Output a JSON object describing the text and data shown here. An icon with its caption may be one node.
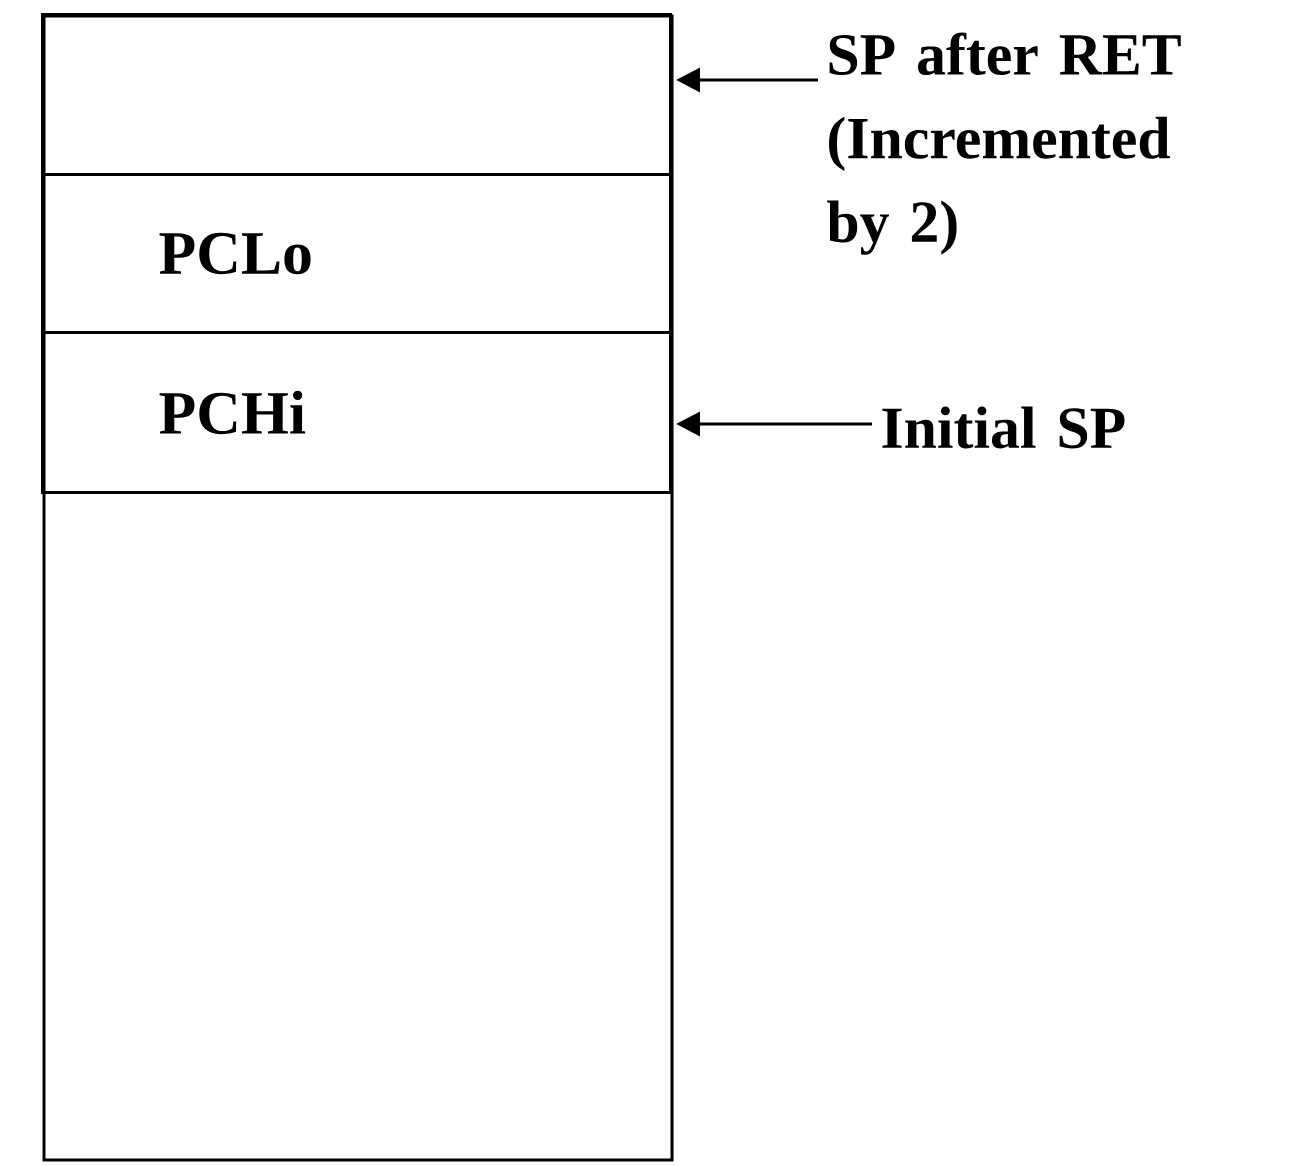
{
  "diagram": {
    "nodes": [
      {
        "text": [],
        "shape": "box"
      },
      {
        "text": [],
        "shape": "box",
        "in": 0
      },
      {
        "text": [
          "PCLo"
        ],
        "in": 0
      },
      {
        "text": [
          "PCHi"
        ],
        "in": 0
      },
      {
        "text": [
          "SP after RET (Incremented by 2)"
        ]
      },
      {
        "text": [
          "Initial SP"
        ]
      }
    ],
    "edges": [
      {
        "from": 4,
        "to": 1,
        "arrow": "to"
      },
      {
        "from": 5,
        "to": 3,
        "arrow": "to"
      }
    ]
  }
}
